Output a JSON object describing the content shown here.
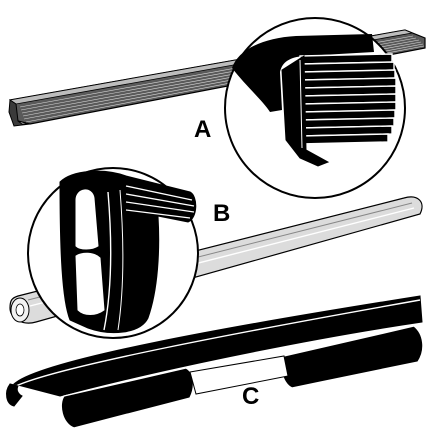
{
  "labels": {
    "a": "A",
    "b": "B",
    "c": "C"
  },
  "colors": {
    "ink": "#000000",
    "paper": "#ffffff",
    "strip_dark": "#5a5a5a",
    "strip_light": "#dcdcdc"
  }
}
